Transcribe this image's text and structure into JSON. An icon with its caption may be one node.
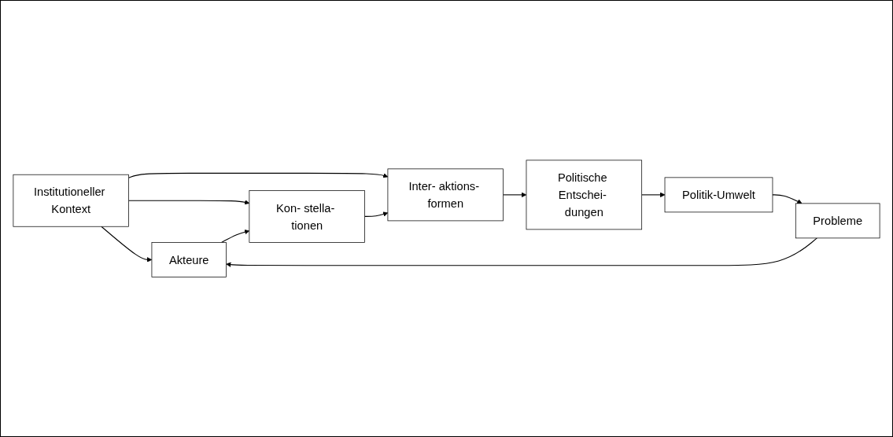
{
  "diagram": {
    "nodes": [
      {
        "text": [
          "Institutioneller Kontext"
        ]
      },
      {
        "text": [
          "Probleme"
        ]
      },
      {
        "text": [
          "Akteure"
        ]
      },
      {
        "text": [
          "Kon- stella- tionen"
        ]
      },
      {
        "text": [
          "Inter- aktions- formen"
        ]
      },
      {
        "text": [
          "Politische Entschei- dungen"
        ]
      },
      {
        "text": [
          "Politik-Umwelt"
        ]
      }
    ],
    "edges": [
      {
        "from": 0,
        "to": 2,
        "arrow": "to"
      },
      {
        "from": 0,
        "to": 3,
        "arrow": "to"
      },
      {
        "from": 0,
        "to": 4,
        "arrow": "to"
      },
      {
        "from": 1,
        "to": 2,
        "arrow": "to"
      },
      {
        "from": 2,
        "to": 3,
        "arrow": "to"
      },
      {
        "from": 3,
        "to": 4,
        "arrow": "to"
      },
      {
        "from": 4,
        "to": 5,
        "arrow": "to"
      },
      {
        "from": 5,
        "to": 6,
        "arrow": "to"
      },
      {
        "from": 6,
        "to": 1,
        "arrow": "to"
      }
    ]
  }
}
